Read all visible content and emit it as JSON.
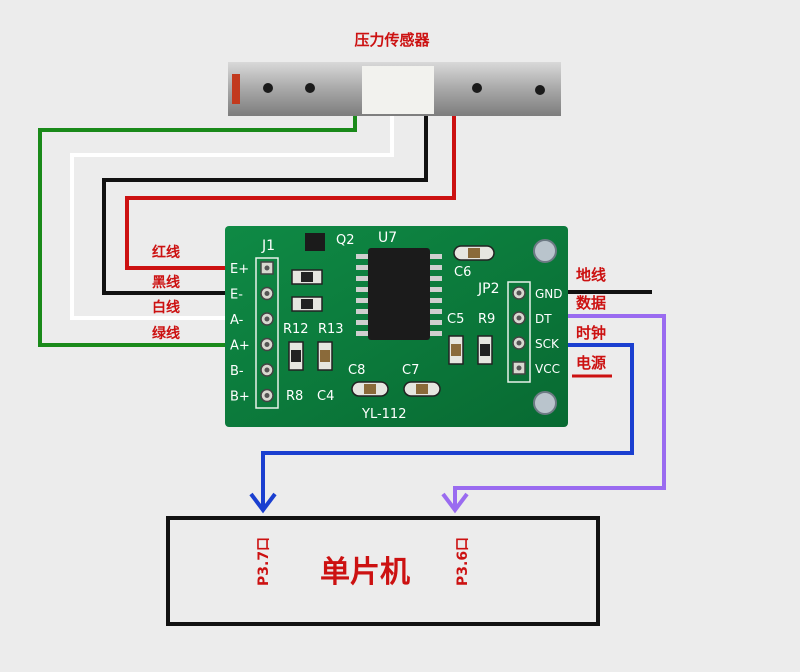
{
  "sensor": {
    "title": "压力传感器"
  },
  "wire_labels": {
    "red": "红线",
    "black": "黑线",
    "white": "白线",
    "green": "绿线"
  },
  "board": {
    "j1_header": "J1",
    "j1_pins": [
      "E+",
      "E-",
      "A-",
      "A+",
      "B-",
      "B+"
    ],
    "jp2_header": "JP2",
    "jp2_pins": [
      "GND",
      "DT",
      "SCK",
      "VCC"
    ],
    "silk": {
      "q2": "Q2",
      "u7": "U7",
      "c6": "C6",
      "c5": "C5",
      "r9": "R9",
      "r12": "R12",
      "r13": "R13",
      "r8": "R8",
      "c4": "C4",
      "c8": "C8",
      "c7": "C7",
      "model": "YL-112"
    },
    "color": "#0e7a3c"
  },
  "signal_labels": {
    "gnd": "地线",
    "data": "数据",
    "clock": "时钟",
    "power": "电源"
  },
  "mcu": {
    "title": "单片机",
    "port_a": "P3.7口",
    "port_b": "P3.6口"
  },
  "colors": {
    "label_red": "#cc1111",
    "wire_green": "#1a8a1a",
    "wire_red": "#cc1111",
    "wire_black": "#111111",
    "wire_white": "#ffffff",
    "wire_blue": "#1a3fd0",
    "wire_purple": "#9a6bf0"
  }
}
